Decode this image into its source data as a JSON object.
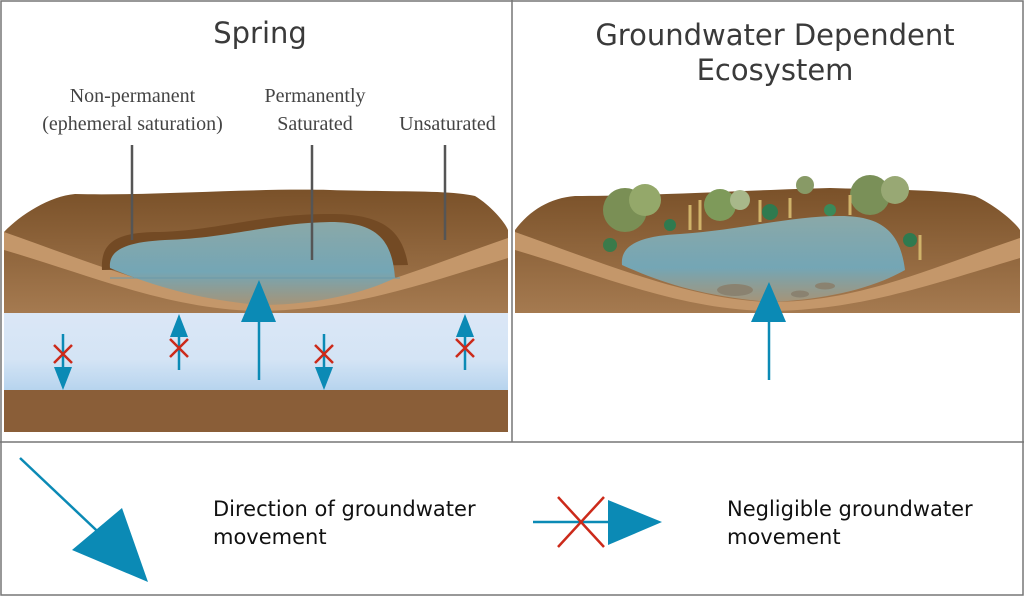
{
  "panels": {
    "spring": {
      "title": "Spring",
      "labels": {
        "non_permanent": "Non-permanent",
        "non_permanent_sub": "(ephemeral saturation)",
        "permanently": "Permanently",
        "saturated": "Saturated",
        "unsaturated": "Unsaturated"
      }
    },
    "gde": {
      "title_line1": "Groundwater Dependent",
      "title_line2": "Ecosystem"
    }
  },
  "legend": {
    "direction_line1": "Direction of groundwater",
    "direction_line2": "movement",
    "negligible_line1": "Negligible groundwater",
    "negligible_line2": "movement"
  },
  "colors": {
    "arrow": "#0b8ab5",
    "cross": "#cc2a1a",
    "soil": "#8a5e38",
    "water": "#7aaab5",
    "aquifer": "#d6e6f6"
  }
}
